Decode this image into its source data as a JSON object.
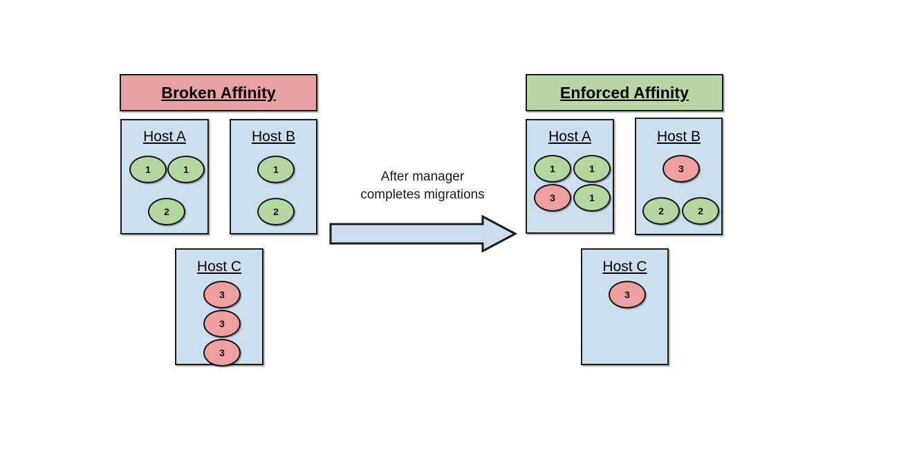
{
  "diagram": {
    "title_left": "Broken Affinity",
    "title_right": "Enforced Affinity",
    "transition_caption": "After manager\ncompletes migrations",
    "colors": {
      "broken_banner": "#E9A1A2",
      "enforced_banner": "#BAD6A7",
      "host_fill": "#CCDFEF",
      "vm_green": "#B5D79F",
      "vm_pink": "#EE9FA0",
      "arrow_fill": "#CBDEEF",
      "stroke": "#1a1a1a"
    },
    "panels": [
      {
        "id": "broken",
        "banner_label": "Broken Affinity",
        "banner_color": "#E9A1A2",
        "hosts": [
          {
            "name": "Host A",
            "vms": [
              {
                "label": "1",
                "color": "green"
              },
              {
                "label": "1",
                "color": "green"
              },
              {
                "label": "2",
                "color": "green"
              }
            ]
          },
          {
            "name": "Host B",
            "vms": [
              {
                "label": "1",
                "color": "green"
              },
              {
                "label": "2",
                "color": "green"
              }
            ]
          },
          {
            "name": "Host C",
            "vms": [
              {
                "label": "3",
                "color": "pink"
              },
              {
                "label": "3",
                "color": "pink"
              },
              {
                "label": "3",
                "color": "pink"
              }
            ]
          }
        ]
      },
      {
        "id": "enforced",
        "banner_label": "Enforced Affinity",
        "banner_color": "#BAD6A7",
        "hosts": [
          {
            "name": "Host A",
            "vms": [
              {
                "label": "1",
                "color": "green"
              },
              {
                "label": "1",
                "color": "green"
              },
              {
                "label": "3",
                "color": "pink"
              },
              {
                "label": "1",
                "color": "green"
              }
            ]
          },
          {
            "name": "Host B",
            "vms": [
              {
                "label": "3",
                "color": "pink"
              },
              {
                "label": "2",
                "color": "green"
              },
              {
                "label": "2",
                "color": "green"
              }
            ]
          },
          {
            "name": "Host C",
            "vms": [
              {
                "label": "3",
                "color": "pink"
              }
            ]
          }
        ]
      }
    ]
  }
}
